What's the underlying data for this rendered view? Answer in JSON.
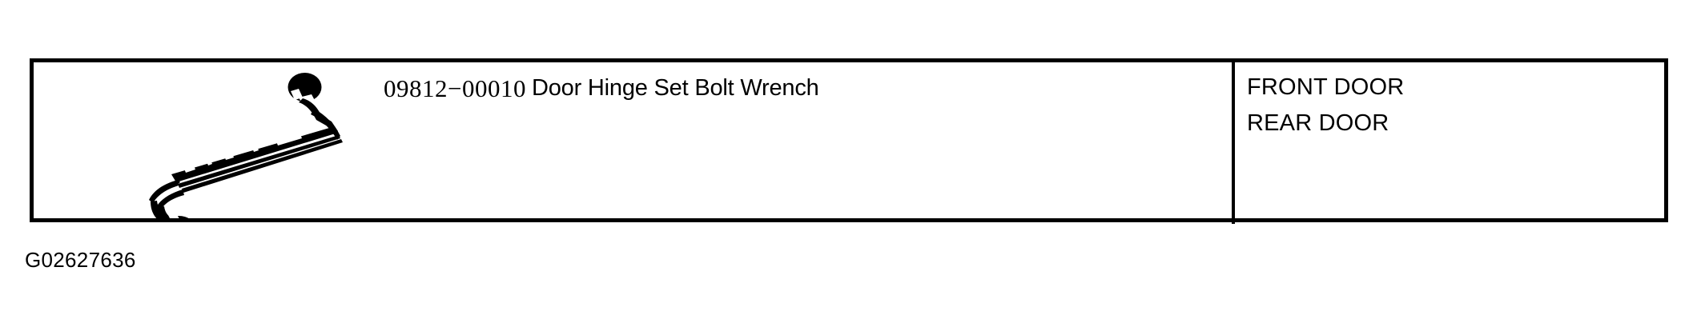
{
  "page": {
    "background_color": "#ffffff",
    "ink_color": "#000000"
  },
  "sst_table": {
    "border_color": "#000000",
    "illustration": {
      "icon_name": "double-offset-box-end-wrench-illustration",
      "alt_text": "Double offset box-end wrench, diagonal view"
    },
    "part_number": "09812−00010",
    "description": "Door Hinge Set Bolt Wrench",
    "application": [
      "FRONT DOOR",
      "REAR DOOR"
    ]
  },
  "figure": {
    "caption": "G02627636"
  }
}
